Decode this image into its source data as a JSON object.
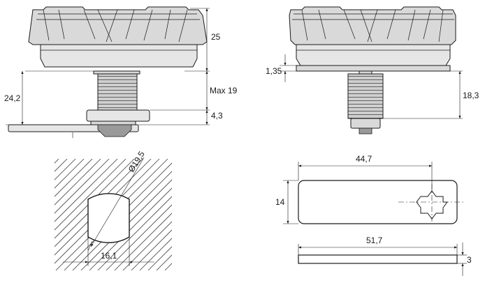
{
  "dimensions": {
    "side_height": "25",
    "side_total": "24,2",
    "side_max": "Max 19",
    "side_cam": "4,3",
    "front_flange": "1,35",
    "front_thread": "18,3",
    "cutout_dia": "Ø19,5",
    "cutout_flat": "16,1",
    "cam_width": "14",
    "cam_hole": "44,7",
    "cam_length": "51,7",
    "cam_thick": "3"
  }
}
